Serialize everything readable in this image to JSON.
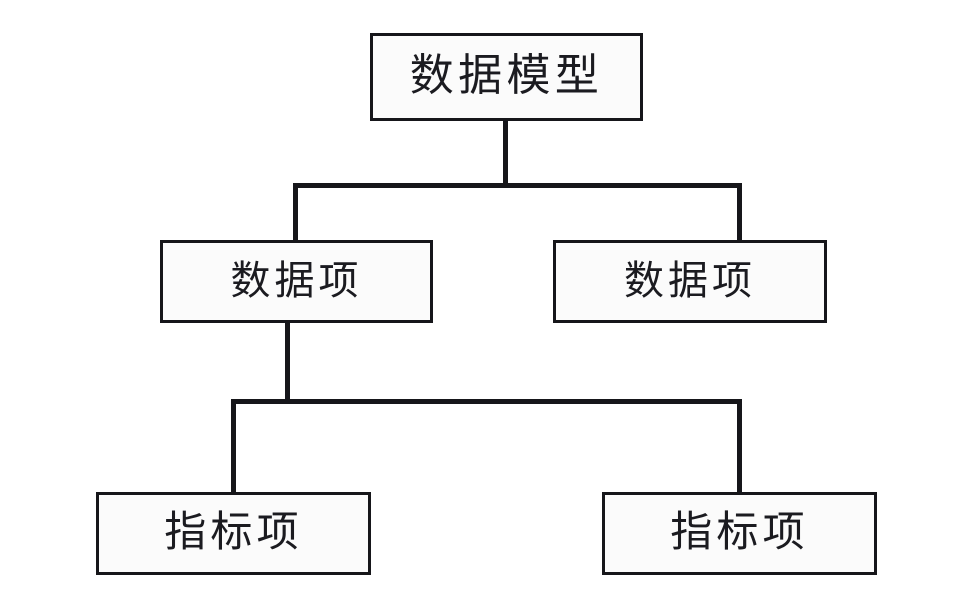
{
  "diagram": {
    "type": "tree-hierarchy",
    "background_color": "#ffffff",
    "line_color": "#16161a",
    "box_fill_color": "#fbfbfb",
    "nodes": [
      {
        "id": "root",
        "label": "数据模型",
        "level": 1
      },
      {
        "id": "data-item-1",
        "label": "数据项",
        "level": 2
      },
      {
        "id": "data-item-2",
        "label": "数据项",
        "level": 2
      },
      {
        "id": "indicator-item-1",
        "label": "指标项",
        "level": 3
      },
      {
        "id": "indicator-item-2",
        "label": "指标项",
        "level": 3
      }
    ]
  }
}
